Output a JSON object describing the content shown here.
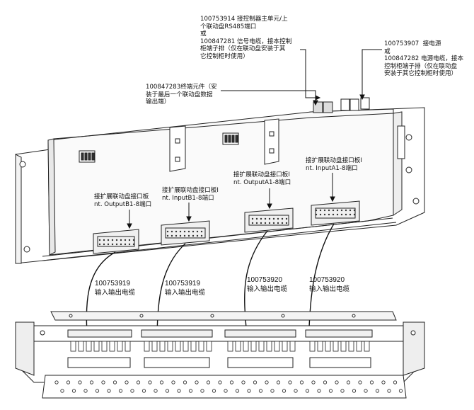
{
  "callouts": {
    "rs485": {
      "line1": "100753914 接控制器主单元/上",
      "line2": "个联动盘RS485端口",
      "line3": "或",
      "line4": "100847281 信号电缆，接本控制",
      "line5": "柜端子排（仅在联动盘安装于其",
      "line6": "它控制柜时使用）"
    },
    "power": {
      "line1": "100753907  接电源",
      "line2": "或",
      "line3": "100847282 电源电缆，接本",
      "line4": "控制柜端子排（仅在联动盘",
      "line5": "安装于其它控制柜时使用）"
    },
    "terminator": {
      "line1": "100847283终端元件（安",
      "line2": "装于最后一个联动盘数据",
      "line3": "输出端）"
    },
    "port_inputA": {
      "line1": "接扩展联动盘接口板I",
      "line2": "nt. InputA1-8端口"
    },
    "port_outputA": {
      "line1": "接扩展联动盘接口板I",
      "line2": "nt. OutputA1-8端口"
    },
    "port_inputB": {
      "line1": "接扩展联动盘接口板I",
      "line2": "nt. InputB1-8端口"
    },
    "port_outputB": {
      "line1": "接扩展联动盘接口板",
      "line2": "nt. OutputB1-8端口"
    }
  },
  "cables": [
    {
      "part": "100753919",
      "desc": "输入输出电缆"
    },
    {
      "part": "100753919",
      "desc": "输入输出电缆"
    },
    {
      "part": "100753920",
      "desc": "输入输出电缆"
    },
    {
      "part": "100753920",
      "desc": "输入输出电缆"
    }
  ]
}
